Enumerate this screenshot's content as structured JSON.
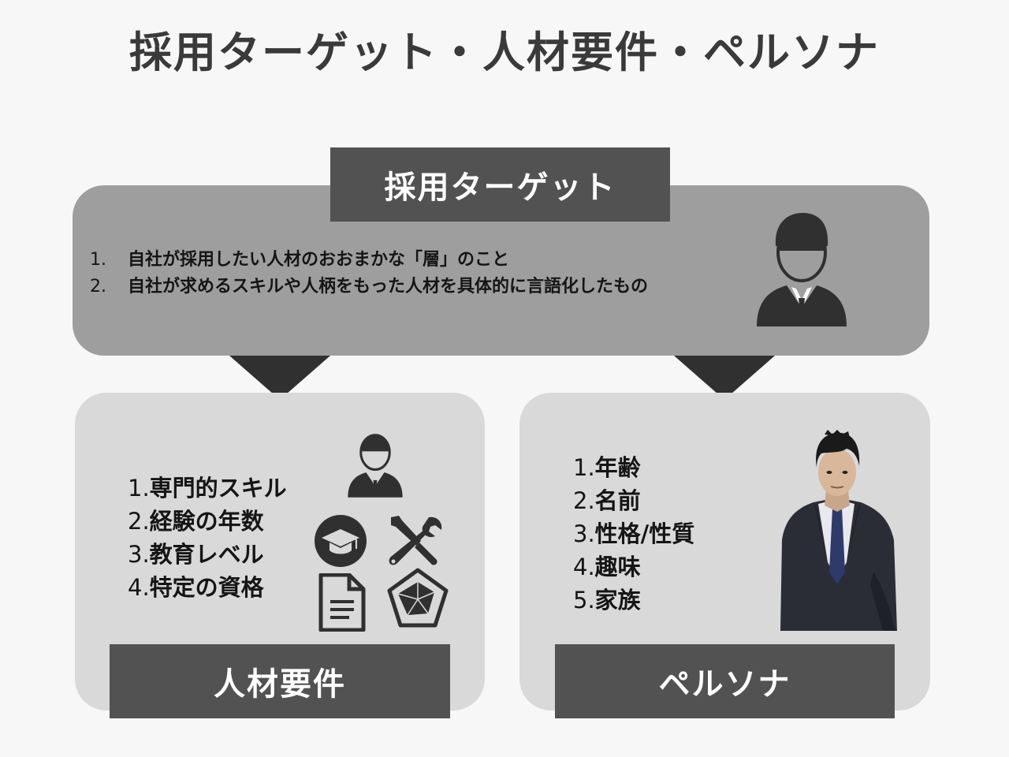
{
  "title": "採用ターゲット・人材要件・ペルソナ",
  "target": {
    "label": "採用ターゲット",
    "items": [
      {
        "num": "1.",
        "text": "自社が採用したい人材のおおまかな「層」のこと"
      },
      {
        "num": "2.",
        "text": "自社が求めるスキルや人柄をもった人材を具体的に言語化したもの"
      }
    ],
    "icon": "person-icon"
  },
  "requirements": {
    "label": "人材要件",
    "items": [
      {
        "num": "1.",
        "text": "専門的スキル"
      },
      {
        "num": "2.",
        "text": "経験の年数"
      },
      {
        "num": "3.",
        "text": "教育レベル"
      },
      {
        "num": "4.",
        "text": "特定の資格"
      }
    ],
    "icons": [
      "person-icon",
      "graduation-cap-icon",
      "tools-icon",
      "document-icon",
      "radar-chart-icon"
    ]
  },
  "persona": {
    "label": "ペルソナ",
    "items": [
      {
        "num": "1.",
        "text": "年齢"
      },
      {
        "num": "2.",
        "text": "名前"
      },
      {
        "num": "3.",
        "text": "性格/性質"
      },
      {
        "num": "4.",
        "text": "趣味"
      },
      {
        "num": "5.",
        "text": "家族"
      }
    ],
    "photo": "businessman-photo"
  },
  "colors": {
    "background": "#f7f7f7",
    "target_box": "#9e9e9e",
    "label_box": "#525252",
    "panel": "#d9d9d9",
    "arrow": "#303030",
    "icon": "#303030"
  }
}
